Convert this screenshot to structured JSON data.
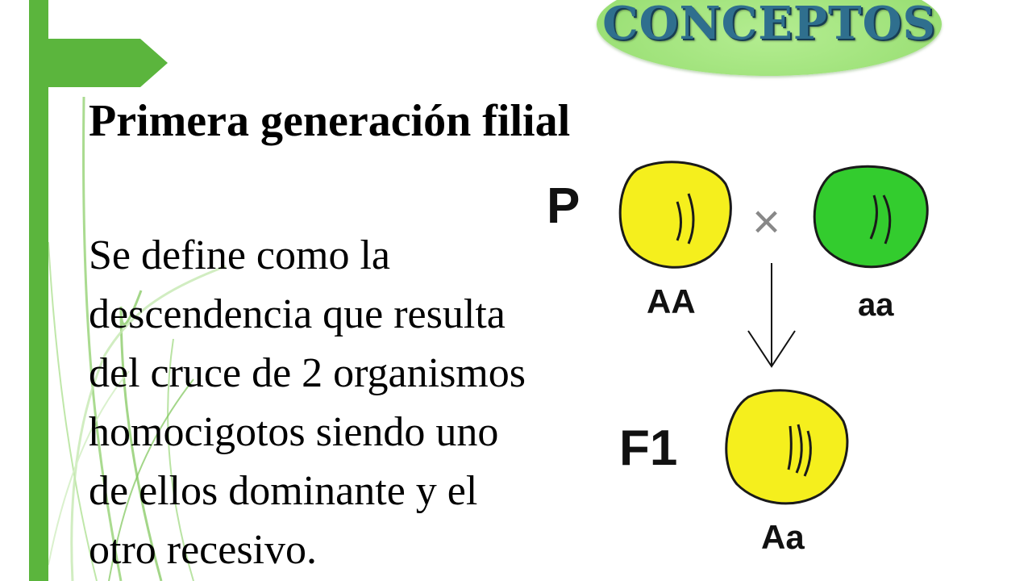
{
  "badge": {
    "label": "CONCEPTOS"
  },
  "title": "Primera generación filial",
  "body_lines": [
    "Se define como la",
    "descendencia que resulta",
    "del cruce de 2 organismos",
    "homocigotos siendo uno",
    "de ellos dominante y el",
    "otro recesivo."
  ],
  "diagram": {
    "parent_label": "P",
    "cross_symbol": "×",
    "parent1_genotype": "AA",
    "parent2_genotype": "aa",
    "offspring_label": "F1",
    "offspring_genotype": "Aa",
    "colors": {
      "yellow": "#f5ef1d",
      "green": "#33cc2e",
      "outline": "#1a1a1a"
    }
  },
  "theme": {
    "accent_green": "#5bb53d",
    "badge_green": "#a6e684",
    "badge_text": "#2f6f8e"
  }
}
